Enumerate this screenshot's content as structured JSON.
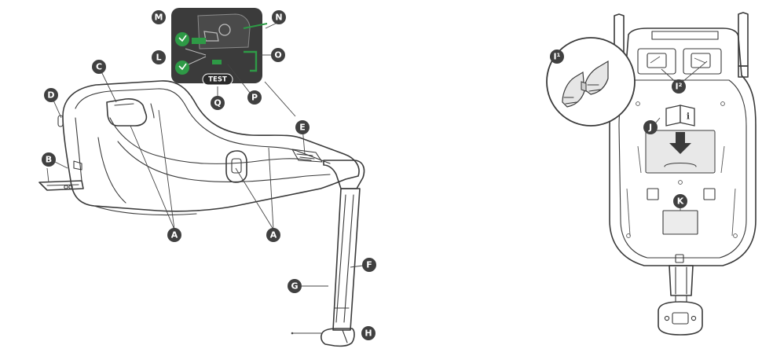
{
  "colors": {
    "outline": "#3a3a3a",
    "badge": "#404040",
    "green": "#2e9a46",
    "panel": "#3b3b3b",
    "fill": "#f2f2f2"
  },
  "labels": {
    "A": "A",
    "B": "B",
    "C": "C",
    "D": "D",
    "E": "E",
    "F": "F",
    "G": "G",
    "H": "H",
    "J": "J",
    "K": "K",
    "L": "L",
    "M": "M",
    "N": "N",
    "O": "O",
    "P": "P",
    "Q": "Q",
    "I1": "I¹",
    "I2": "I²"
  },
  "test_button": "TEST",
  "icons": {
    "manual": "book-i-icon",
    "arrow": "arrow-down-icon",
    "indicator": "check-seat-icon"
  }
}
